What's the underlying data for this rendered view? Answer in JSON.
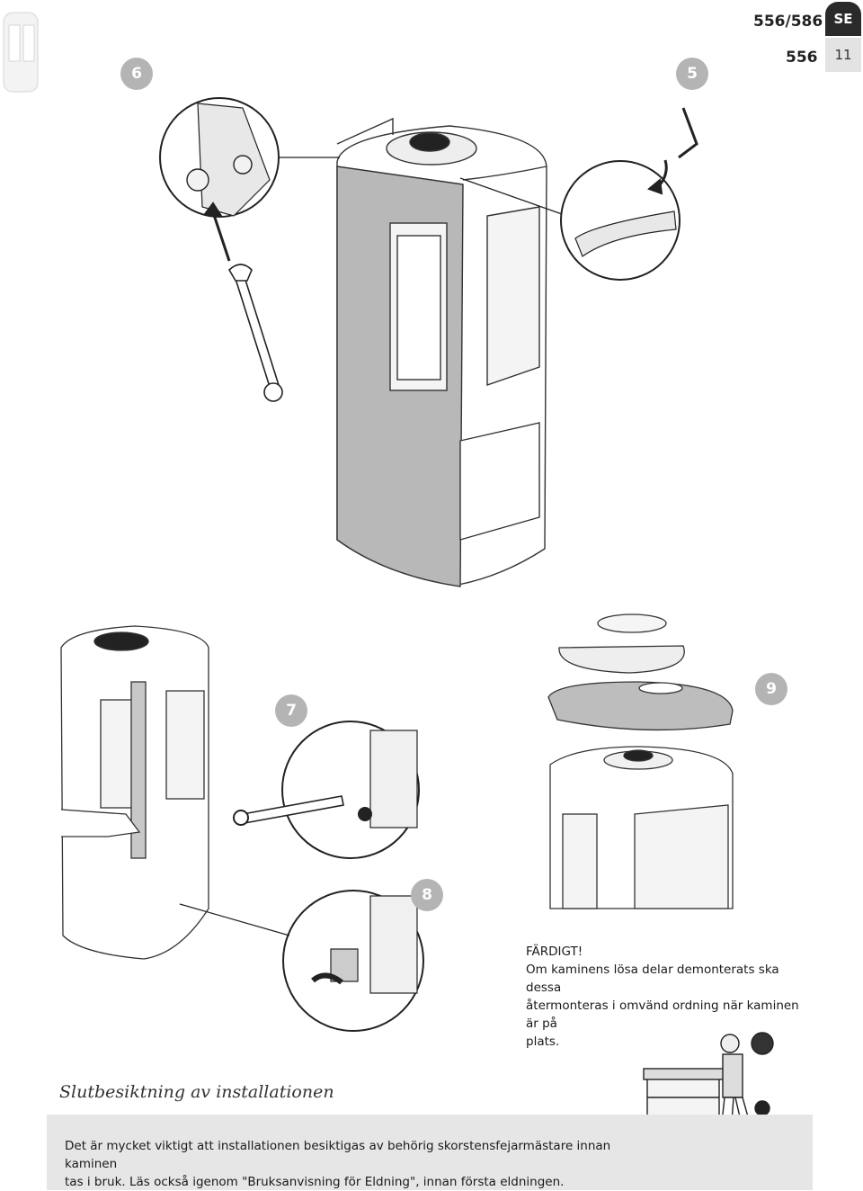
{
  "header": {
    "model_top": "556/586",
    "model_bottom": "556",
    "language": "SE",
    "page_number": "11"
  },
  "steps": {
    "s6": "6",
    "s5": "5",
    "s7": "7",
    "s8": "8",
    "s9": "9"
  },
  "done": {
    "heading": "FÄRDIGT!",
    "line1": "Om kaminens lösa delar demonterats ska dessa",
    "line2": "återmonteras i omvänd ordning när kaminen är på",
    "line3": "plats."
  },
  "inspection": {
    "title": "Slutbesiktning av installationen",
    "line1": "Det är mycket viktigt att installationen besiktigas av behörig skorstensfejarmästare innan kaminen",
    "line2": "tas i bruk. Läs också igenom \"Bruksanvisning för Eldning\", innan första eldningen."
  },
  "colors": {
    "badge": "#b4b4b4",
    "panel": "#b8b8b8",
    "info_box": "#e6e6e6",
    "lang_tab": "#2a2a2a"
  }
}
